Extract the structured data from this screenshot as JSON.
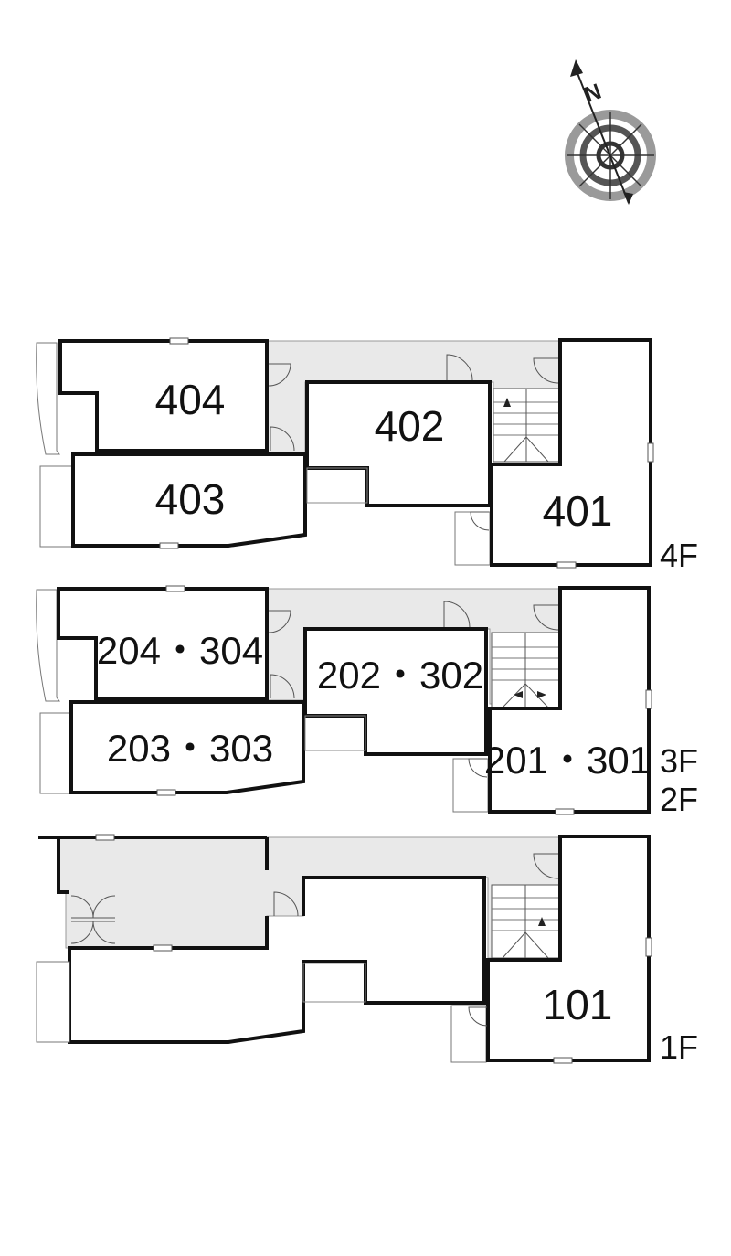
{
  "compass": {
    "north_letter": "N",
    "icon": "compass-rose-icon"
  },
  "floors": [
    {
      "id": "4f",
      "floor_labels": [
        "4F"
      ],
      "units": [
        "404",
        "403",
        "402",
        "401"
      ]
    },
    {
      "id": "2f3f",
      "floor_labels": [
        "3F",
        "2F"
      ],
      "units": [
        "204・304",
        "203・303",
        "202・302",
        "201・301"
      ]
    },
    {
      "id": "1f",
      "floor_labels": [
        "1F"
      ],
      "units": [
        "101"
      ]
    }
  ],
  "colors": {
    "wall": "#111111",
    "common_area": "#e9e9e9",
    "thin_line": "#888888"
  }
}
